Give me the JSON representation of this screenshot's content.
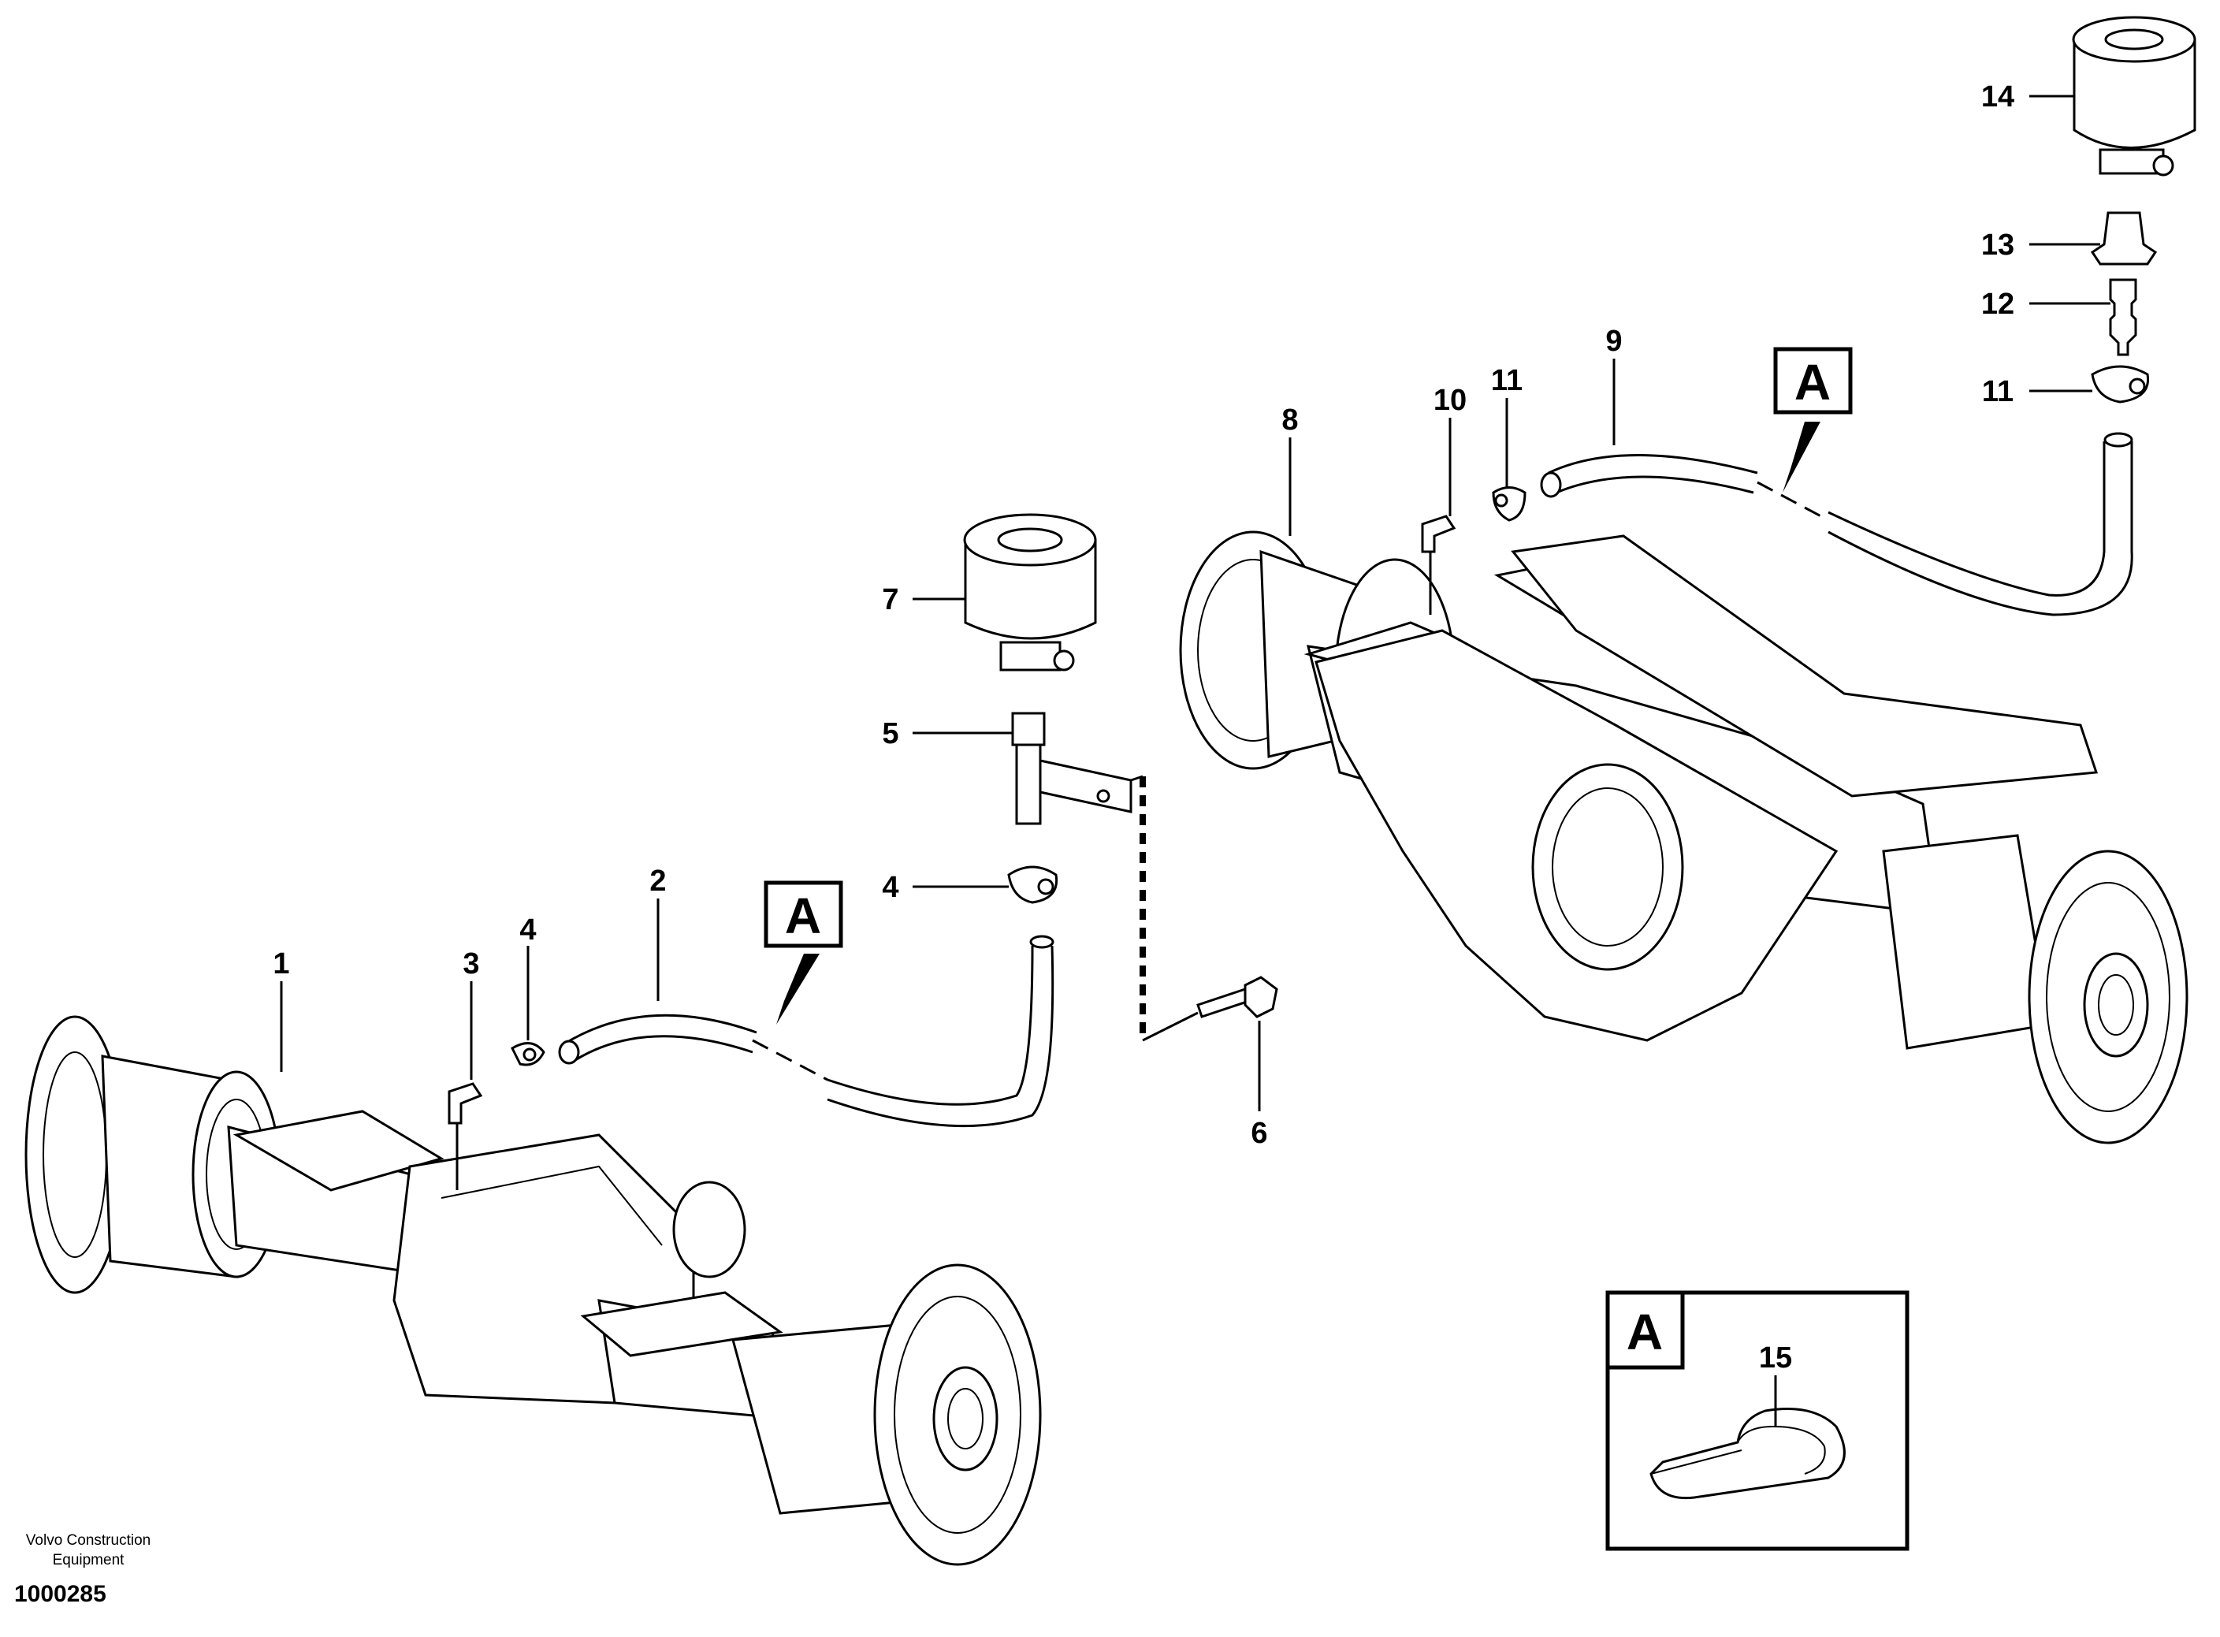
{
  "figure": {
    "publisher": "Volvo Construction Equipment",
    "publisher_line1": "Volvo Construction",
    "publisher_line2": "Equipment",
    "document_number": "1000285"
  },
  "callouts": {
    "c1": "1",
    "c2": "2",
    "c3": "3",
    "c4a": "4",
    "c4b": "4",
    "c5": "5",
    "c6": "6",
    "c7": "7",
    "c8": "8",
    "c9": "9",
    "c10": "10",
    "c11a": "11",
    "c11b": "11",
    "c12": "12",
    "c13": "13",
    "c14": "14",
    "c15": "15"
  },
  "detail_markers": {
    "front_hose": "A",
    "rear_hose": "A",
    "detail_box": "A"
  }
}
